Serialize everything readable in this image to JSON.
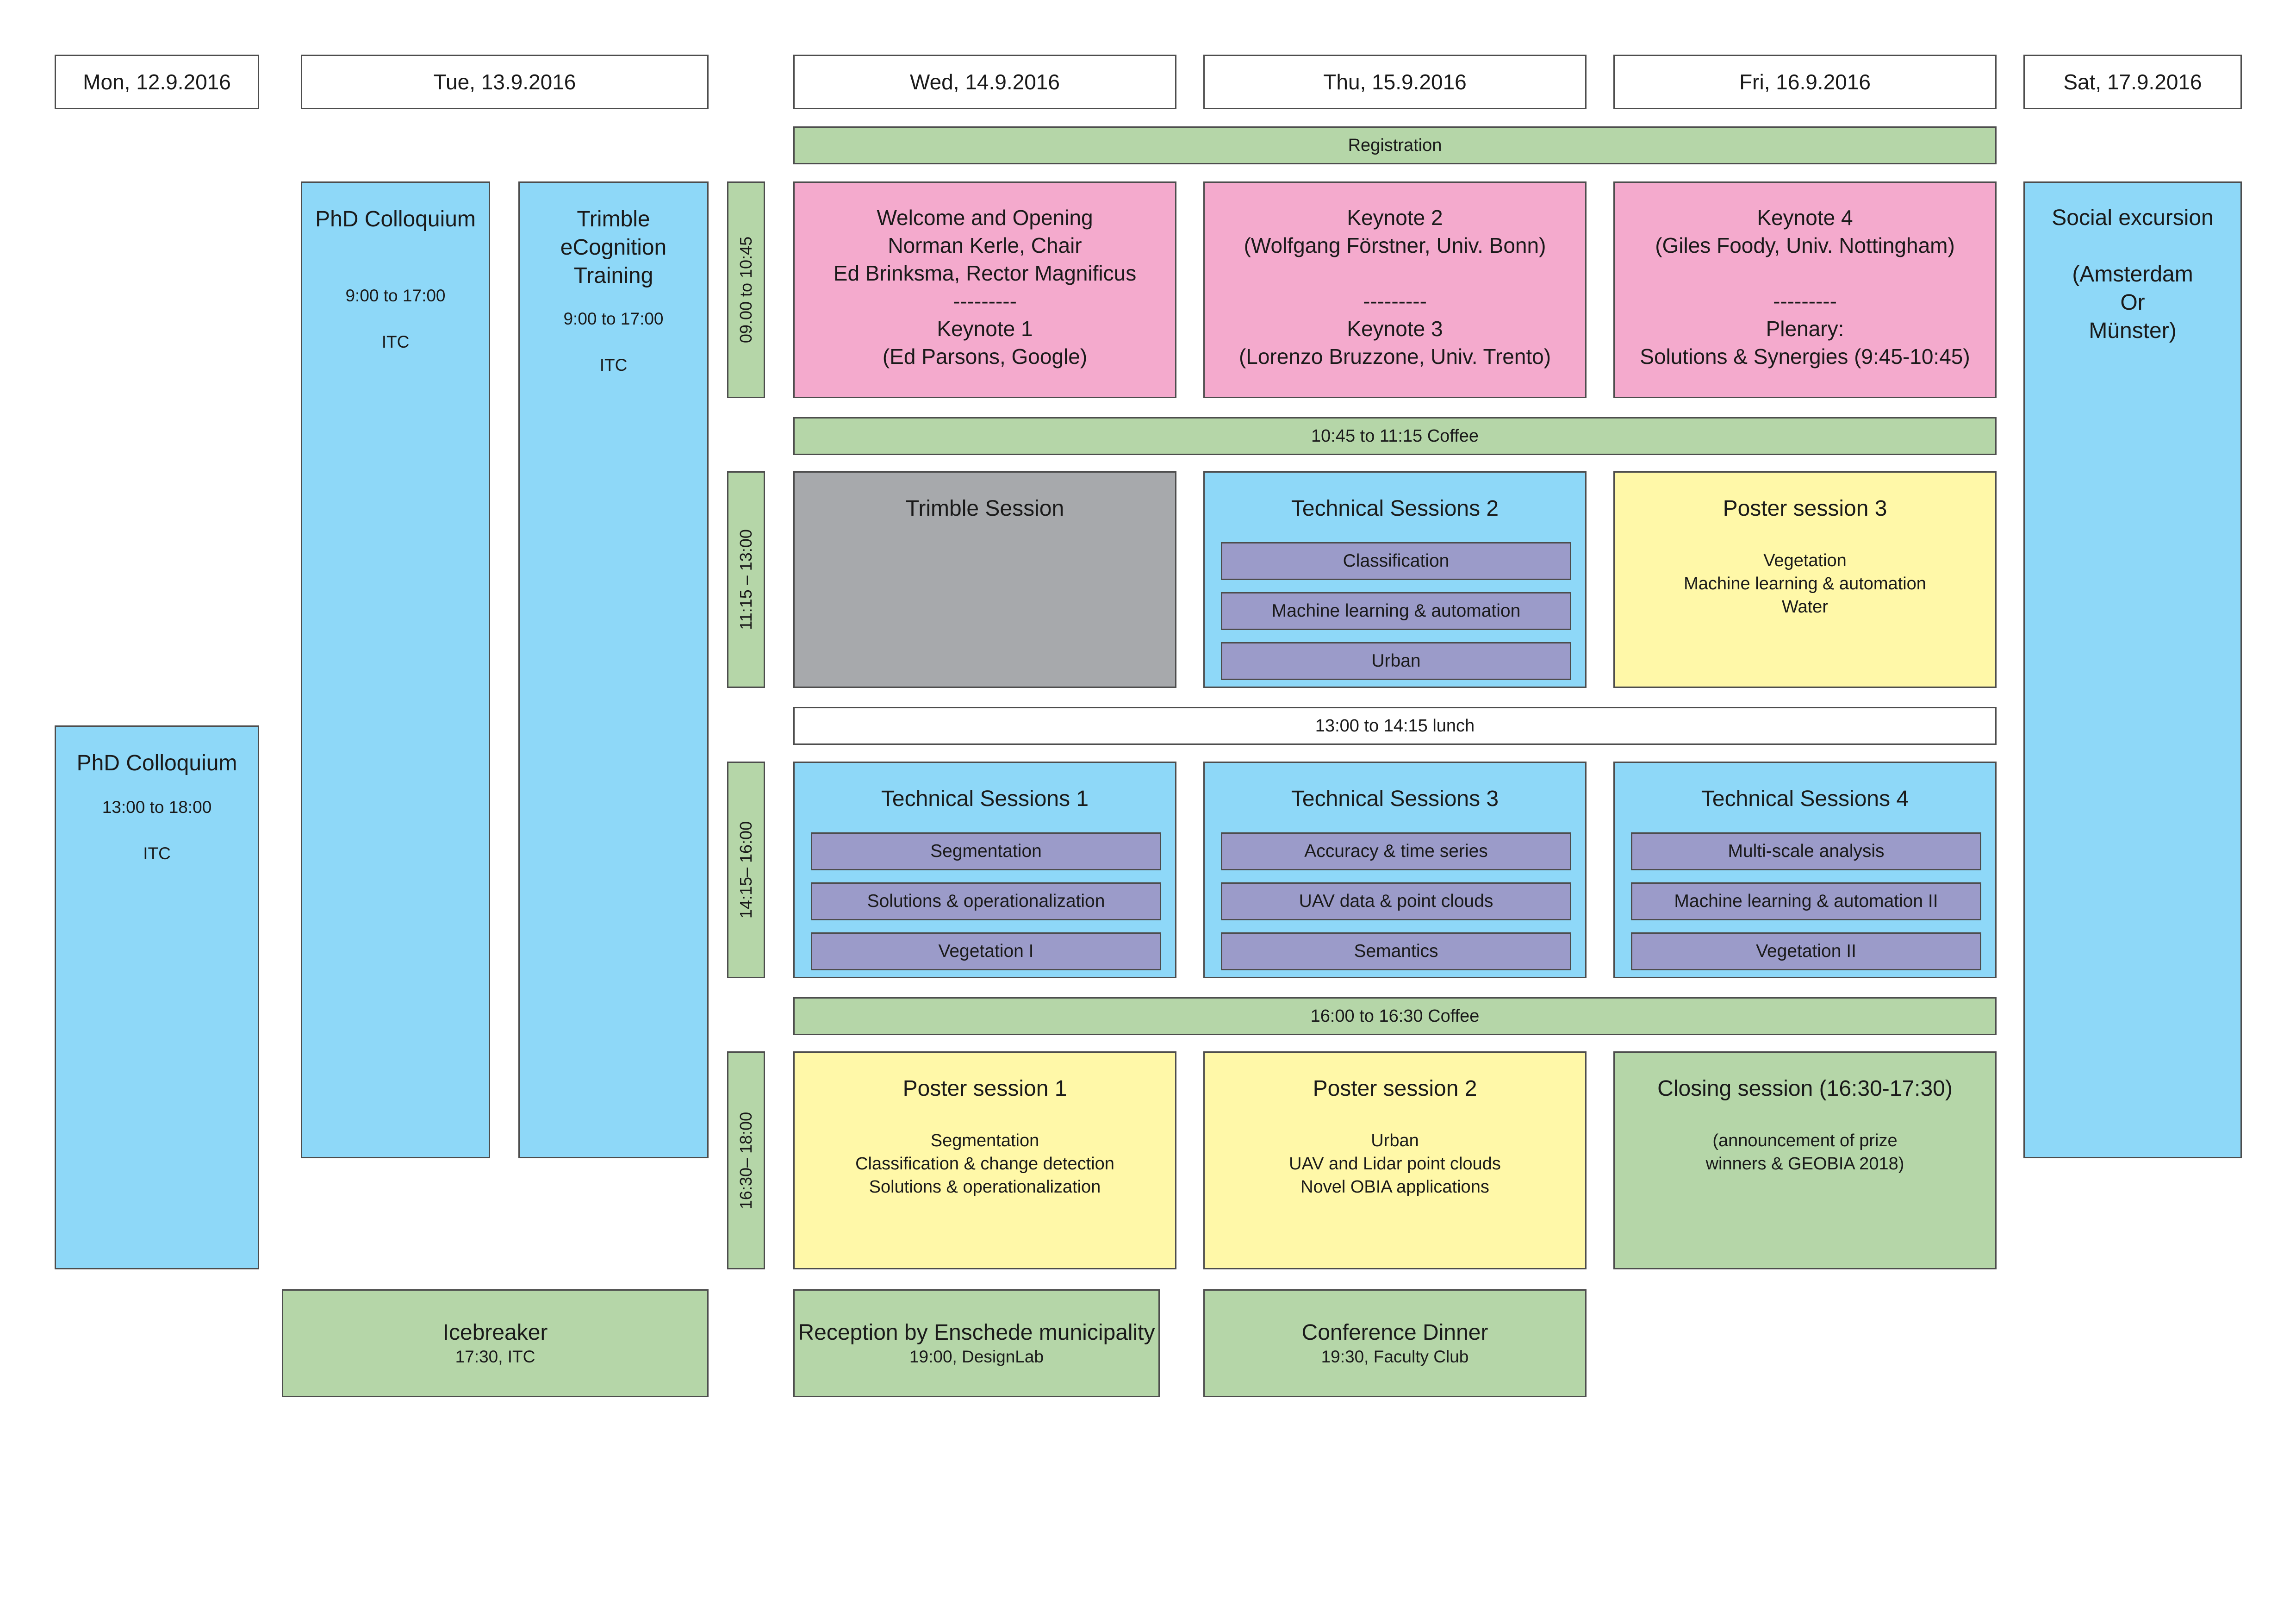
{
  "days": {
    "mon": "Mon, 12.9.2016",
    "tue": "Tue, 13.9.2016",
    "wed": "Wed, 14.9.2016",
    "thu": "Thu, 15.9.2016",
    "fri": "Fri, 16.9.2016",
    "sat": "Sat, 17.9.2016"
  },
  "times": {
    "slot1": "09.00 to 10:45",
    "slot2": "11:15 – 13:00",
    "slot3": "14:15– 16:00",
    "slot4": "16:30– 18:00"
  },
  "bands": {
    "registration": "Registration",
    "coffee1": "10:45 to 11:15 Coffee",
    "lunch": "13:00 to 14:15 lunch",
    "coffee2": "16:00 to 16:30 Coffee"
  },
  "mon_phd": {
    "title": "PhD Colloquium",
    "time": "13:00 to 18:00",
    "place": "ITC"
  },
  "tue_phd": {
    "title": "PhD Colloquium",
    "time": "9:00 to 17:00",
    "place": "ITC"
  },
  "tue_trimble": {
    "l1": "Trimble",
    "l2": "eCognition",
    "l3": "Training",
    "time": "9:00 to 17:00",
    "place": "ITC"
  },
  "wed_keynote": {
    "l1": "Welcome and Opening",
    "l2": "Norman Kerle, Chair",
    "l3": "Ed Brinksma, Rector Magnificus",
    "l4": "---------",
    "l5": "Keynote 1",
    "l6": "(Ed Parsons, Google)"
  },
  "thu_keynote": {
    "l1": "Keynote 2",
    "l2": "(Wolfgang Förstner, Univ. Bonn)",
    "l4": "---------",
    "l5": "Keynote 3",
    "l6": "(Lorenzo Bruzzone, Univ. Trento)"
  },
  "fri_keynote": {
    "l1": "Keynote 4",
    "l2": "(Giles Foody, Univ. Nottingham)",
    "l4": "---------",
    "l5": "Plenary:",
    "l6": "Solutions & Synergies (9:45-10:45)"
  },
  "sat_excursion": {
    "l1": "Social excursion",
    "l3": "(Amsterdam",
    "l4": "Or",
    "l5": "Münster)"
  },
  "wed_s2": {
    "title": "Trimble Session"
  },
  "thu_s2": {
    "title": "Technical Sessions 2",
    "items": [
      "Classification",
      "Machine learning & automation",
      "Urban"
    ]
  },
  "fri_s2": {
    "title": "Poster session 3",
    "lines": [
      "Vegetation",
      "Machine learning & automation",
      "Water"
    ]
  },
  "wed_s3": {
    "title": "Technical Sessions 1",
    "items": [
      "Segmentation",
      "Solutions & operationalization",
      "Vegetation I"
    ]
  },
  "thu_s3": {
    "title": "Technical Sessions 3",
    "items": [
      "Accuracy & time series",
      "UAV data & point clouds",
      "Semantics"
    ]
  },
  "fri_s3": {
    "title": "Technical Sessions 4",
    "items": [
      "Multi-scale analysis",
      "Machine learning & automation II",
      "Vegetation II"
    ]
  },
  "wed_s4": {
    "title": "Poster session 1",
    "lines": [
      "Segmentation",
      "Classification & change detection",
      "Solutions & operationalization"
    ]
  },
  "thu_s4": {
    "title": "Poster session 2",
    "lines": [
      "Urban",
      "UAV and Lidar point clouds",
      "Novel OBIA applications"
    ]
  },
  "fri_s4": {
    "title": "Closing session (16:30-17:30)",
    "lines": [
      "(announcement of prize",
      "winners & GEOBIA 2018)"
    ]
  },
  "evening": {
    "icebreaker": {
      "name": "Icebreaker",
      "detail": "17:30, ITC"
    },
    "reception": {
      "name": "Reception by Enschede municipality",
      "detail": "19:00, DesignLab"
    },
    "dinner": {
      "name": "Conference Dinner",
      "detail": "19:30, Faculty Club"
    }
  }
}
